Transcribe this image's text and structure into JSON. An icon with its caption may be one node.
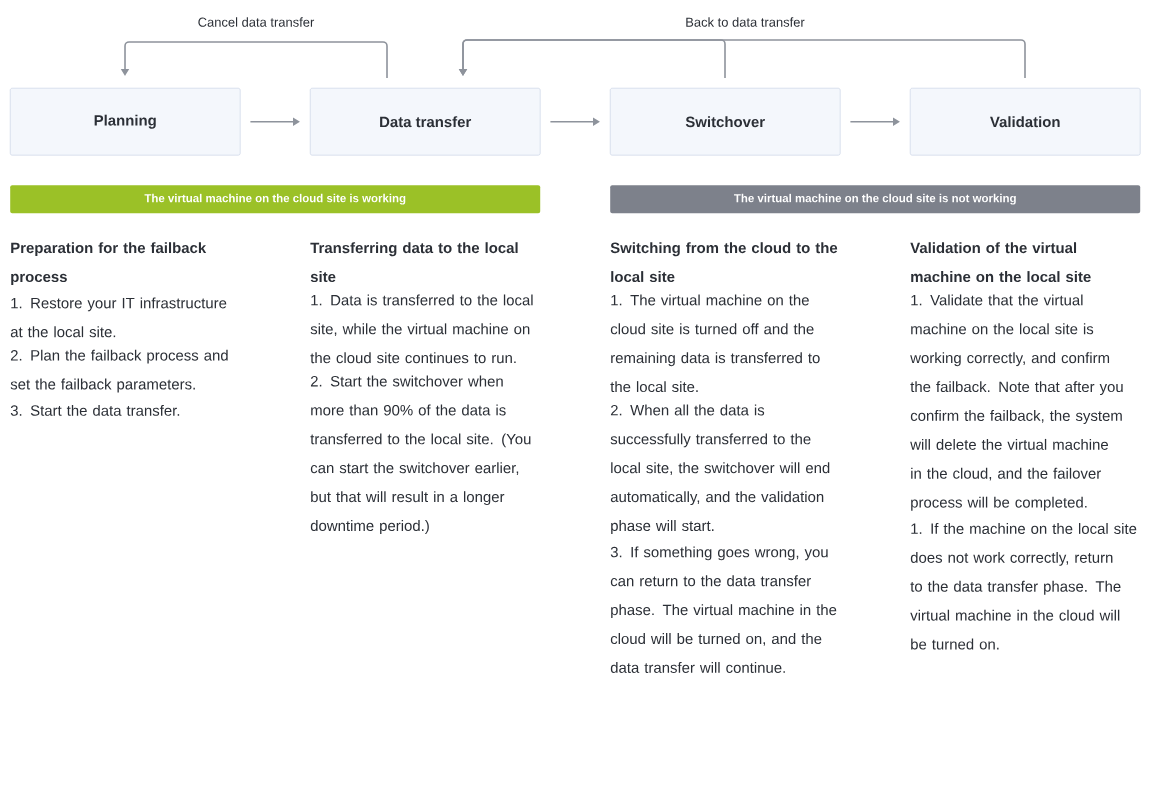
{
  "diagram": {
    "nodes": [
      {
        "text": [
          "Planning"
        ]
      },
      {
        "text": [
          "Data transfer"
        ]
      },
      {
        "text": [
          "Switchover"
        ]
      },
      {
        "text": [
          "Validation"
        ]
      },
      {
        "text": [
          "The virtual machine on the cloud site is working"
        ]
      },
      {
        "text": [
          "The virtual machine on the cloud site is not working"
        ]
      }
    ],
    "edges": [
      {
        "from": 0,
        "to": 1,
        "arrow": "to"
      },
      {
        "from": 1,
        "to": 2,
        "arrow": "to"
      },
      {
        "from": 2,
        "to": 3,
        "arrow": "to"
      },
      {
        "from": 1,
        "to": 0,
        "arrow": "to",
        "label": "Cancel data transfer"
      },
      {
        "from": 2,
        "to": 1,
        "arrow": "to",
        "label": "Back to data transfer"
      },
      {
        "from": 3,
        "to": 1,
        "arrow": "to"
      }
    ],
    "labels": [
      "Preparation for the failback process",
      "1. Restore your IT infrastructure at the local site.",
      "2. Plan the failback process and set the failback parameters.",
      "3. Start the data transfer.",
      "Transferring data to the local site",
      "1. Data is transferred to the local site, while the virtual machine on the cloud site continues to run.",
      "2. Start the switchover when more than 90% of the data is transferred to the local site. (You can start the switchover earlier, but that will result in a longer downtime period.)",
      "Switching from the cloud to the local site",
      "1. The virtual machine on the cloud site is turned off and the remaining data is transferred to the local site.",
      "2. When all the data is successfully transferred to the local site, the switchover will end automatically, and the validation phase will start.",
      "3. If something goes wrong, you can return to the data transfer phase. The virtual machine in the cloud will be turned on, and the data transfer will continue.",
      "Validation of the virtual machine on the local site",
      "1. Validate that the virtual machine on the local site is working correctly, and confirm the failback. Note that after you confirm the failback, the system will delete the virtual machine in the cloud, and the failover process will be completed.",
      "1. If the machine on the local site does not work correctly, return to the data transfer phase. The virtual machine in the cloud will be turned on."
    ]
  }
}
